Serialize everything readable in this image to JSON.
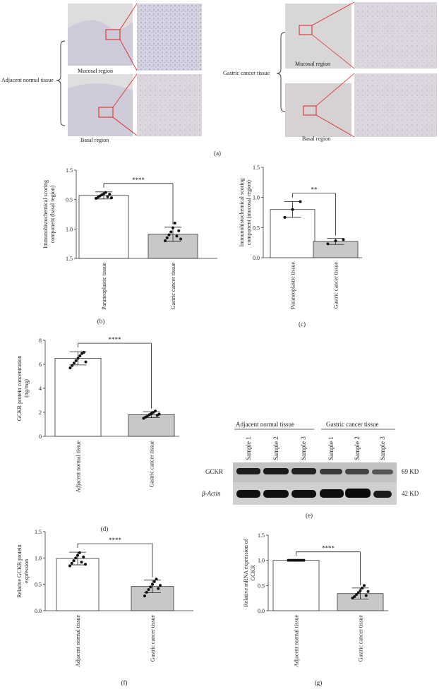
{
  "panel_a": {
    "left_group": "Adjacent normal tissue",
    "right_group": "Gastric cancer tissue",
    "left_top_caption": "Mucosal region",
    "left_bottom_caption": "Basal region",
    "right_top_caption": "Mucosal region",
    "right_bottom_caption": "Basal region",
    "label": "(a)"
  },
  "panel_e": {
    "group_left": "Adjacent normal tissue",
    "group_right": "Gastric cancer tissue",
    "samples": [
      "Sample 1",
      "Sample 2",
      "Sample 3",
      "Sample 1",
      "Sample 2",
      "Sample 3"
    ],
    "row1_label": "GCKR",
    "row2_label": "β-Actin",
    "row1_size": "69 KD",
    "row2_size": "42 KD",
    "label": "(e)"
  },
  "chart_data": [
    {
      "id": "b",
      "type": "bar",
      "panel_label": "(b)",
      "categories": [
        "Paraneoplastic tissue",
        "Gastric cancer tissue"
      ],
      "values": [
        1.07,
        0.41
      ],
      "errors": [
        0.06,
        0.12
      ],
      "points": [
        [
          1.02,
          1.04,
          1.06,
          1.08,
          1.1,
          1.12,
          1.05,
          1.09,
          1.03
        ],
        [
          0.3,
          0.35,
          0.4,
          0.45,
          0.52,
          0.6,
          0.38,
          0.47,
          0.33
        ]
      ],
      "ylabel": "Immunohistochemical scoring component (basal region)",
      "yticks": [
        1.5,
        1.0,
        0.5,
        1.5
      ],
      "ylim": [
        0,
        1.5
      ],
      "significance": "****"
    },
    {
      "id": "c",
      "type": "bar",
      "panel_label": "(c)",
      "categories": [
        "Paraneoplastic tissue",
        "Gastric cancer tissue"
      ],
      "values": [
        0.8,
        0.27
      ],
      "errors": [
        0.13,
        0.05
      ],
      "points": [
        [
          0.67,
          0.8,
          0.93
        ],
        [
          0.23,
          0.28,
          0.3
        ]
      ],
      "ylabel": "Immunohistochemical scoring component (mucosal region)",
      "yticks": [
        0.0,
        0.5,
        1.0,
        1.5
      ],
      "ylim": [
        0,
        1.5
      ],
      "significance": "**"
    },
    {
      "id": "d",
      "type": "bar",
      "panel_label": "(d)",
      "categories": [
        "Adjacent normal tissue",
        "Gastric cancer tissue"
      ],
      "values": [
        6.5,
        1.8
      ],
      "errors": [
        0.55,
        0.25
      ],
      "points": [
        [
          5.7,
          5.9,
          6.1,
          6.3,
          6.5,
          6.7,
          6.9,
          7.0,
          6.2
        ],
        [
          1.5,
          1.6,
          1.7,
          1.8,
          1.9,
          2.0,
          2.1,
          1.75,
          1.85
        ]
      ],
      "ylabel": "GCKR protein concentration (ng/mg)",
      "yticks": [
        0,
        2,
        4,
        6,
        8
      ],
      "ylim": [
        0,
        8
      ],
      "significance": "****"
    },
    {
      "id": "f",
      "type": "bar",
      "panel_label": "(f)",
      "categories": [
        "Adjacent normal tissue",
        "Gastric cancer tissue"
      ],
      "values": [
        0.99,
        0.46
      ],
      "errors": [
        0.12,
        0.12
      ],
      "points": [
        [
          0.85,
          0.9,
          0.95,
          1.0,
          1.05,
          1.1,
          0.92,
          1.02,
          0.88
        ],
        [
          0.28,
          0.35,
          0.4,
          0.45,
          0.5,
          0.55,
          0.6,
          0.42,
          0.48
        ]
      ],
      "ylabel": "Relative GCKR protein expression",
      "yticks": [
        0.0,
        0.5,
        1.0,
        1.5
      ],
      "ylim": [
        0,
        1.5
      ],
      "significance": "****"
    },
    {
      "id": "g",
      "type": "bar",
      "panel_label": "(g)",
      "categories": [
        "Adjacent normal tissue",
        "Gastric cancer tissue"
      ],
      "values": [
        1.0,
        0.34
      ],
      "errors": [
        0.0,
        0.11
      ],
      "points": [
        [
          1,
          1,
          1,
          1,
          1,
          1,
          1,
          1,
          1
        ],
        [
          0.25,
          0.28,
          0.32,
          0.36,
          0.4,
          0.45,
          0.5,
          0.3,
          0.38
        ]
      ],
      "ylabel": "Relative mRNA expression of GCKR",
      "yticks": [
        0.0,
        0.5,
        1.0,
        1.5
      ],
      "ylim": [
        0,
        1.5
      ],
      "significance": "****"
    }
  ]
}
